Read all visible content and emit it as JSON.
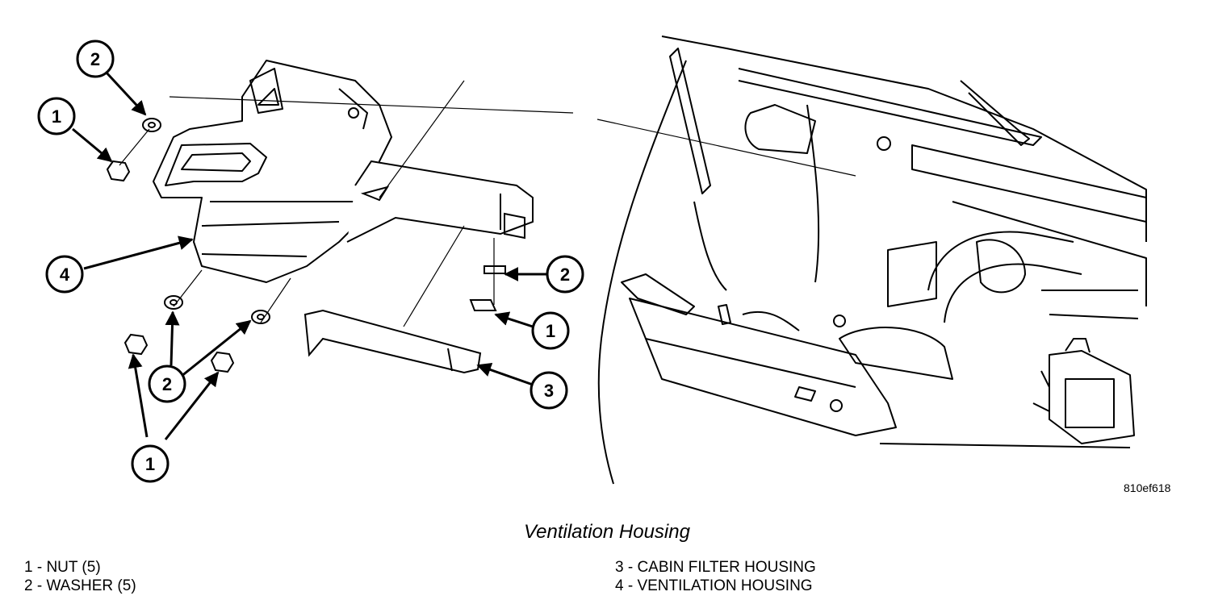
{
  "figure": {
    "ref_id": "810ef618",
    "caption": "Ventilation Housing"
  },
  "callouts": [
    {
      "id": "c2-top",
      "label": "2"
    },
    {
      "id": "c1-top",
      "label": "1"
    },
    {
      "id": "c4",
      "label": "4"
    },
    {
      "id": "c2-bottom",
      "label": "2"
    },
    {
      "id": "c1-bottom",
      "label": "1"
    },
    {
      "id": "c2-right",
      "label": "2"
    },
    {
      "id": "c1-right",
      "label": "1"
    },
    {
      "id": "c3",
      "label": "3"
    }
  ],
  "legend": {
    "left": [
      "1 - NUT (5)",
      "2 - WASHER (5)"
    ],
    "right": [
      "3 - CABIN FILTER HOUSING",
      "4 - VENTILATION HOUSING"
    ]
  }
}
